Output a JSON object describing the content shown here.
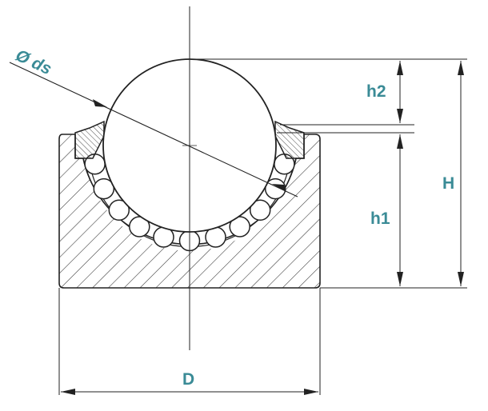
{
  "labels": {
    "ds": "Ø ds",
    "h2": "h2",
    "h1": "h1",
    "H": "H",
    "D": "D"
  },
  "colors": {
    "line": "#222222",
    "label": "#3a8b96",
    "background": "#ffffff"
  }
}
